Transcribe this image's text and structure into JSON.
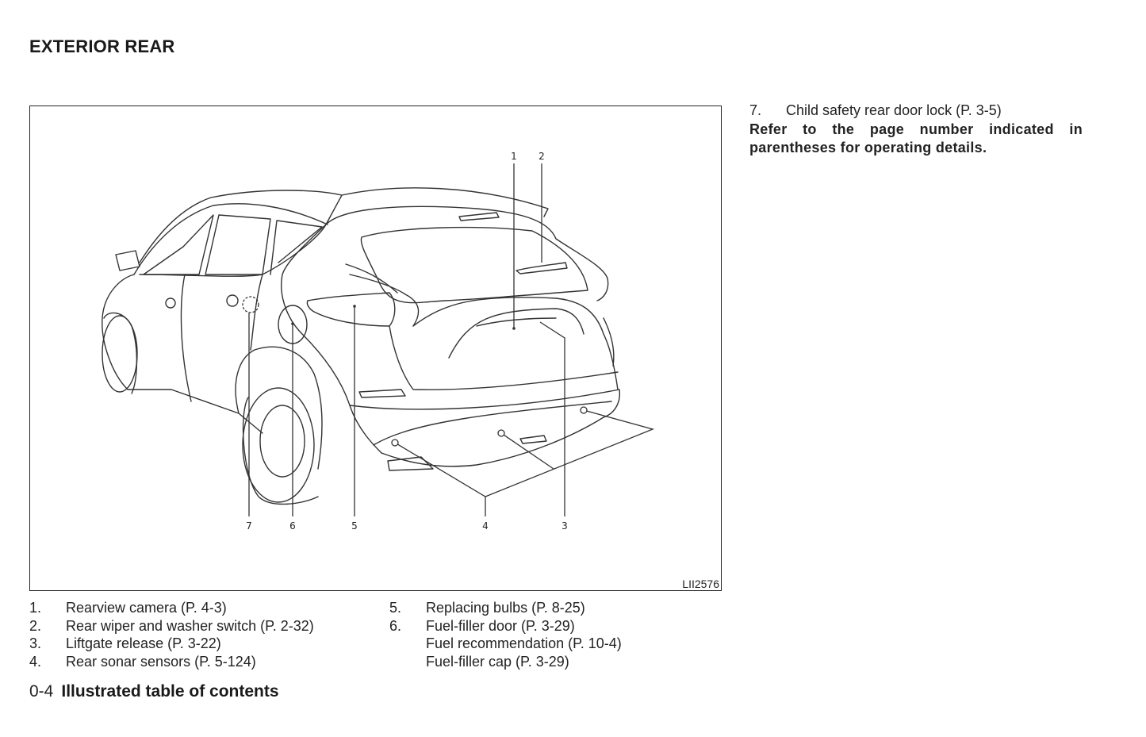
{
  "header": {
    "title": "EXTERIOR REAR"
  },
  "figure": {
    "code": "LII2576",
    "callouts": [
      "1",
      "2",
      "3",
      "4",
      "5",
      "6",
      "7"
    ]
  },
  "items_left": [
    {
      "num": "1.",
      "text": "Rearview camera (P. 4-3)"
    },
    {
      "num": "2.",
      "text": "Rear wiper and washer switch (P. 2-32)"
    },
    {
      "num": "3.",
      "text": "Liftgate release (P. 3-22)"
    },
    {
      "num": "4.",
      "text": "Rear sonar sensors (P. 5-124)"
    }
  ],
  "items_mid": [
    {
      "num": "5.",
      "text": "Replacing bulbs (P. 8-25)"
    },
    {
      "num": "6.",
      "text": "Fuel-filler door (P. 3-29)"
    },
    {
      "num": "",
      "text": "Fuel recommendation (P. 10-4)"
    },
    {
      "num": "",
      "text": "Fuel-filler cap (P. 3-29)"
    }
  ],
  "items_right": [
    {
      "num": "7.",
      "text": "Child safety rear door lock (P. 3-5)"
    }
  ],
  "note": "Refer to the page number indicated in parentheses for operating details.",
  "footer": {
    "page": "0-4",
    "section": "Illustrated table of contents"
  }
}
